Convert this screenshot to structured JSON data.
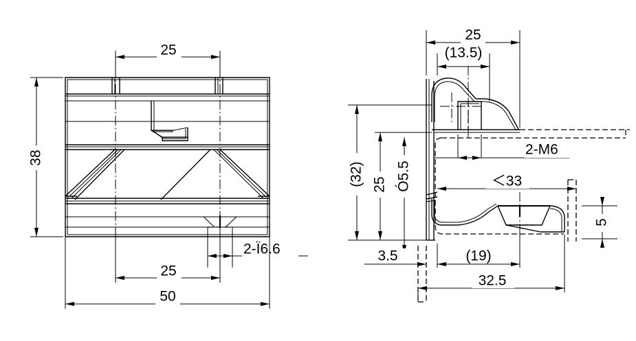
{
  "drawing": {
    "title": "Mechanical part technical drawing — two orthographic views",
    "line_color": "#000000",
    "background_color": "#ffffff",
    "views": [
      {
        "name": "front-view",
        "position": "left",
        "description": "Front elevation of bracket showing symmetric trapezoidal cut-outs and a central tab"
      },
      {
        "name": "side-view",
        "position": "right",
        "description": "Side section profile of bracket with hook, mounting flange and tapped holes"
      }
    ],
    "dimensions": {
      "front_top_width": "25",
      "front_height": "38",
      "front_hole_note": "2-Ï6.6",
      "front_bottom_width": "25",
      "front_overall_width": "50",
      "side_top_width": "25",
      "side_boss_width": "(13.5)",
      "side_total_height": "(32)",
      "side_height_25": "25",
      "side_hole_dia": "Ó5.5",
      "side_thread_note": "2-M6",
      "side_reach": "＜33",
      "side_offset": "3.5",
      "side_inner_depth": "(19)",
      "side_overall_depth": "32.5",
      "side_lip_height": "5"
    }
  }
}
